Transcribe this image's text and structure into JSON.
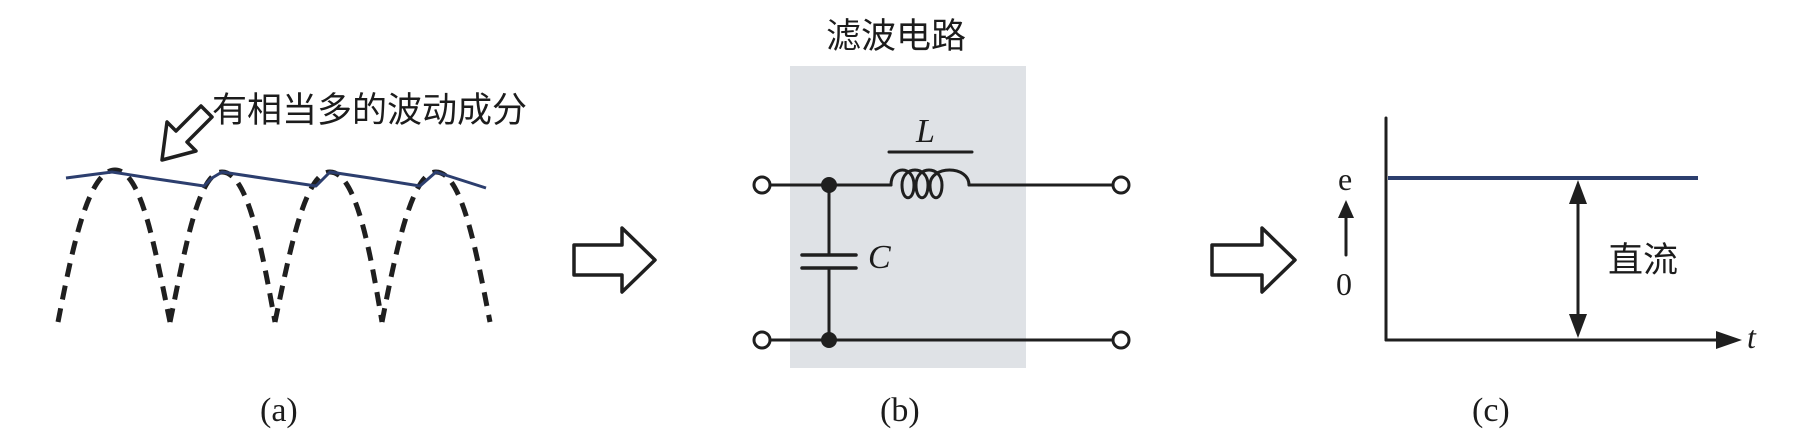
{
  "panel_a": {
    "annotation": "有相当多的波动成分",
    "caption": "(a)"
  },
  "panel_b": {
    "title": "滤波电路",
    "inductor_label": "L",
    "capacitor_label": "C",
    "caption": "(b)"
  },
  "panel_c": {
    "y_label_top": "e",
    "y_label_bottom": "0",
    "x_label": "t",
    "level_label": "直流",
    "caption": "(c)"
  },
  "colors": {
    "ink": "#1f1f1f",
    "blue_line": "#2c3e6e",
    "shaded_box": "#dfe2e6"
  }
}
